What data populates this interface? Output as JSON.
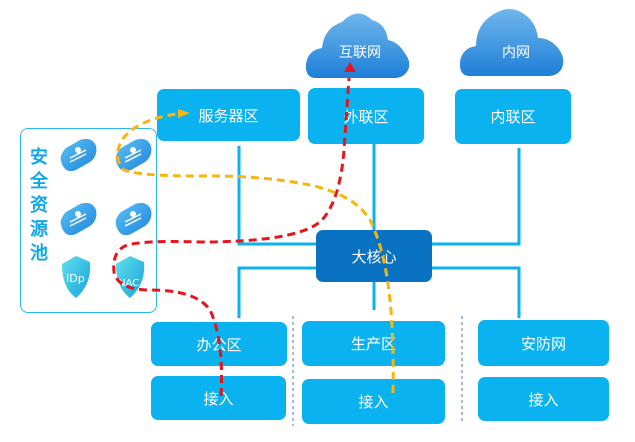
{
  "clouds": [
    {
      "id": "internet",
      "label": "互联网"
    },
    {
      "id": "intranet",
      "label": "内网"
    }
  ],
  "top_zones": [
    {
      "id": "server-zone",
      "label": "服务器区"
    },
    {
      "id": "external-zone",
      "label": "外联区"
    },
    {
      "id": "internal-zone",
      "label": "内联区"
    }
  ],
  "core": {
    "label": "大核心"
  },
  "bottom_zones": [
    {
      "id": "office-zone",
      "label": "办公区",
      "access_label": "接入"
    },
    {
      "id": "production-zone",
      "label": "生产区",
      "access_label": "接入"
    },
    {
      "id": "security-network",
      "label": "安防网",
      "access_label": "接入"
    }
  ],
  "security_pool": {
    "title": [
      "安",
      "全",
      "资",
      "源",
      "池"
    ],
    "items": [
      {
        "type": "cloud-firewall-icon"
      },
      {
        "type": "cloud-firewall-icon"
      },
      {
        "type": "cloud-firewall-icon"
      },
      {
        "type": "cloud-firewall-icon"
      },
      {
        "type": "shield-icon",
        "label": "IDp"
      },
      {
        "type": "shield-icon",
        "label": "NAC"
      }
    ]
  },
  "flows": [
    {
      "name": "red-flow",
      "color": "#e8131b",
      "from": "办公区 接入",
      "via": "NAC",
      "to": "互联网"
    },
    {
      "name": "yellow-flow",
      "color": "#f8b50e",
      "from": "生产区 接入",
      "via": "安全资源池",
      "to": "服务器区"
    }
  ],
  "colors": {
    "zone": "#0bb2f0",
    "core": "#0a72c2",
    "line": "#0bb2f0",
    "pool_title": "#12a7e8"
  }
}
